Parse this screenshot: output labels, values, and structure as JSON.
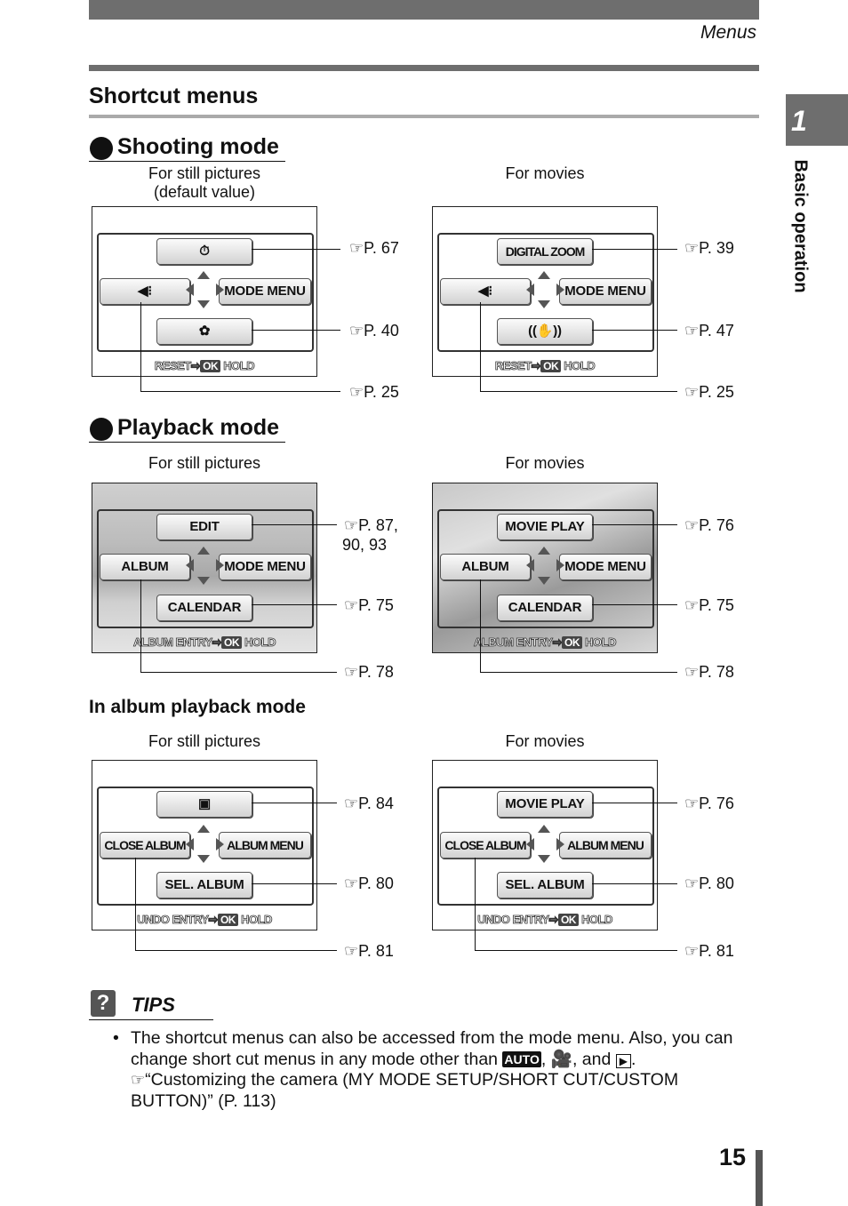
{
  "header": {
    "section": "Menus"
  },
  "title": "Shortcut menus",
  "tab": {
    "number": "1",
    "label": "Basic operation"
  },
  "shooting": {
    "heading": "Shooting mode",
    "left_caption": "For still pictures\n(default value)",
    "right_caption": "For movies",
    "left": {
      "top": "",
      "left": "",
      "right": "MODE MENU",
      "bottom": "",
      "footer_a": "RESET",
      "footer_b": "OK",
      "footer_c": "HOLD"
    },
    "right": {
      "top": "DIGITAL ZOOM",
      "left": "",
      "right": "MODE MENU",
      "bottom": "",
      "footer_a": "RESET",
      "footer_b": "OK",
      "footer_c": "HOLD"
    },
    "refs_left": [
      "P. 67",
      "P. 40",
      "P. 25"
    ],
    "refs_right": [
      "P. 39",
      "P. 47",
      "P. 25"
    ]
  },
  "playback": {
    "heading": "Playback mode",
    "left_caption": "For still pictures",
    "right_caption": "For movies",
    "left": {
      "top": "EDIT",
      "left": "ALBUM",
      "right": "MODE MENU",
      "bottom": "CALENDAR",
      "footer_a": "ALBUM ENTRY",
      "footer_b": "OK",
      "footer_c": "HOLD"
    },
    "right": {
      "top": "MOVIE PLAY",
      "left": "ALBUM",
      "right": "MODE MENU",
      "bottom": "CALENDAR",
      "footer_a": "ALBUM ENTRY",
      "footer_b": "OK",
      "footer_c": "HOLD"
    },
    "refs_left": [
      "P. 87,",
      "90, 93",
      "P. 75",
      "P. 78"
    ],
    "refs_right": [
      "P. 76",
      "P. 75",
      "P. 78"
    ]
  },
  "album": {
    "heading": "In album playback mode",
    "left_caption": "For still pictures",
    "right_caption": "For movies",
    "left": {
      "top": "",
      "left": "CLOSE ALBUM",
      "right": "ALBUM MENU",
      "bottom": "SEL. ALBUM",
      "footer_a": "UNDO ENTRY",
      "footer_b": "OK",
      "footer_c": "HOLD"
    },
    "right": {
      "top": "MOVIE PLAY",
      "left": "CLOSE ALBUM",
      "right": "ALBUM MENU",
      "bottom": "SEL. ALBUM",
      "footer_a": "UNDO ENTRY",
      "footer_b": "OK",
      "footer_c": "HOLD"
    },
    "refs_left": [
      "P. 84",
      "P. 80",
      "P. 81"
    ],
    "refs_right": [
      "P. 76",
      "P. 80",
      "P. 81"
    ]
  },
  "tips": {
    "label": "TIPS",
    "line1": "The shortcut menus can also be accessed from the mode menu. Also, you can change short cut menus in any mode other than ",
    "auto": "AUTO",
    "line1b": ", and ",
    "line2": "“Customizing the camera (MY MODE SETUP/SHORT CUT/CUSTOM BUTTON)” (P. 113)"
  },
  "page_number": "15"
}
